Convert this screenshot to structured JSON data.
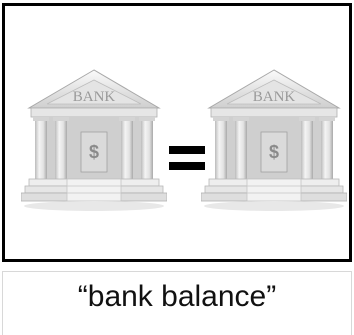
{
  "illustration": {
    "left_bank": {
      "sign_text": "BANK",
      "symbol": "$",
      "icon": "bank-building-icon"
    },
    "operator": "=",
    "right_bank": {
      "sign_text": "BANK",
      "symbol": "$",
      "icon": "bank-building-icon"
    },
    "colors": {
      "stone": "#e9e9e9",
      "stone_shadow": "#b5b5b5",
      "frame": "#000000"
    }
  },
  "caption": {
    "text": "“bank balance”"
  }
}
